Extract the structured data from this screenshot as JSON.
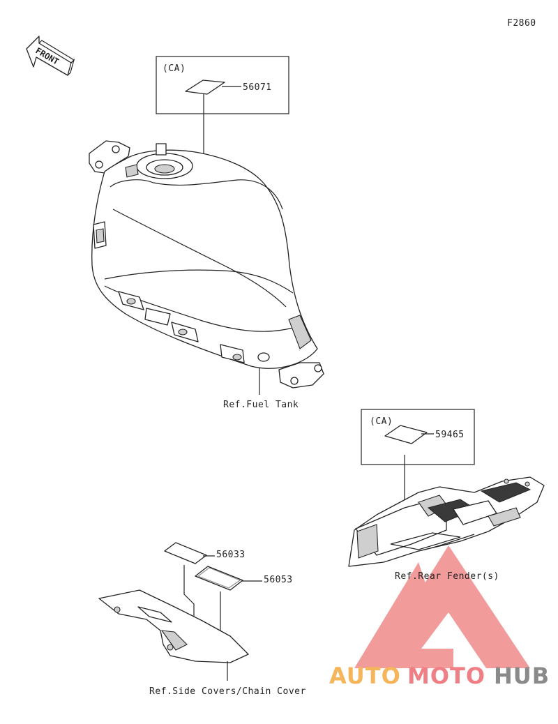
{
  "diagram": {
    "code": "F2860",
    "front_label": "FRONT",
    "callouts": {
      "ca_top": "(CA)",
      "part_56071": "56071",
      "ref_fuel_tank": "Ref.Fuel Tank",
      "ca_rear": "(CA)",
      "part_59465": "59465",
      "ref_rear_fender": "Ref.Rear Fender(s)",
      "part_56033": "56033",
      "part_56053": "56053",
      "ref_side_covers": "Ref.Side Covers/Chain Cover"
    }
  },
  "watermark": {
    "text_auto": "AUTO",
    "text_moto": "MOTO",
    "text_hub": "HUB",
    "colors": {
      "auto": "#f5b55a",
      "moto": "#ef7f84",
      "hub": "#8a8a8a",
      "logo": "#f08a8a"
    }
  }
}
